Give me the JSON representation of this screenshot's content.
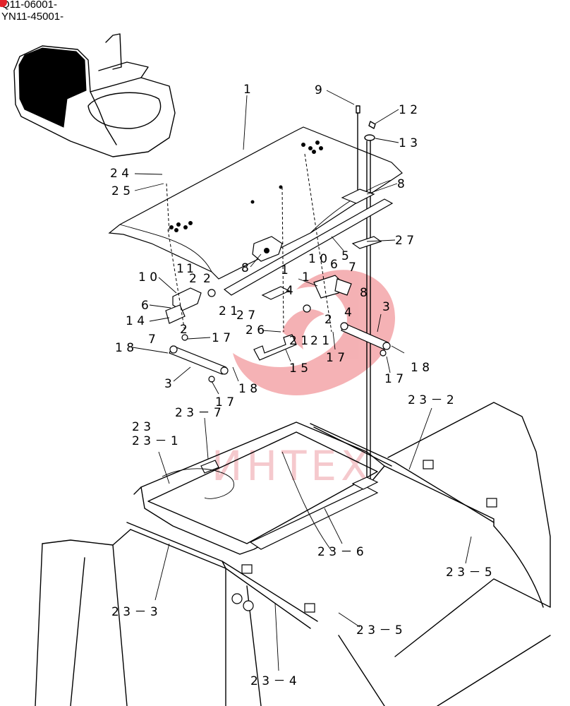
{
  "header": {
    "serial_1": "Q11-06001-",
    "serial_2": "YN11-45001-"
  },
  "watermark": {
    "text": "ИНТЕХ",
    "color": "#e2232a"
  },
  "callouts": [
    {
      "id": "c1",
      "text": "1"
    },
    {
      "id": "c9",
      "text": "9"
    },
    {
      "id": "c12",
      "text": "1 2"
    },
    {
      "id": "c13",
      "text": "1 3"
    },
    {
      "id": "c8a",
      "text": "8"
    },
    {
      "id": "c24",
      "text": "2 4"
    },
    {
      "id": "c25",
      "text": "2 5"
    },
    {
      "id": "c27a",
      "text": "2 7"
    },
    {
      "id": "c5",
      "text": "5"
    },
    {
      "id": "c8b",
      "text": "8"
    },
    {
      "id": "c10a",
      "text": "1 0"
    },
    {
      "id": "c1a",
      "text": "1"
    },
    {
      "id": "c2a",
      "text": "2"
    },
    {
      "id": "c2b",
      "text": "2"
    },
    {
      "id": "c1b",
      "text": "1"
    },
    {
      "id": "c6a",
      "text": "6"
    },
    {
      "id": "c14a",
      "text": "1 4"
    },
    {
      "id": "c7a",
      "text": "7"
    },
    {
      "id": "c2c",
      "text": "2"
    },
    {
      "id": "c21a",
      "text": "2 1"
    },
    {
      "id": "c27b",
      "text": "2 7"
    },
    {
      "id": "c17a",
      "text": "1 7"
    },
    {
      "id": "c18a",
      "text": "1 8"
    },
    {
      "id": "c3a",
      "text": "3"
    },
    {
      "id": "c18b",
      "text": "1 8"
    },
    {
      "id": "c17b",
      "text": "1 7"
    },
    {
      "id": "c26",
      "text": "2 6"
    },
    {
      "id": "c21b",
      "text": "2 1"
    },
    {
      "id": "c15",
      "text": "1 5"
    },
    {
      "id": "c1c",
      "text": "1"
    },
    {
      "id": "c10b",
      "text": "1 0"
    },
    {
      "id": "c6b",
      "text": "6"
    },
    {
      "id": "c7b",
      "text": "7"
    },
    {
      "id": "c1d",
      "text": "1"
    },
    {
      "id": "c4a",
      "text": "4"
    },
    {
      "id": "c8c",
      "text": "8"
    },
    {
      "id": "c4b",
      "text": "4"
    },
    {
      "id": "c2d",
      "text": "2"
    },
    {
      "id": "c21c",
      "text": "2 1"
    },
    {
      "id": "c17c",
      "text": "1 7"
    },
    {
      "id": "c3b",
      "text": "3"
    },
    {
      "id": "c18c",
      "text": "1 8"
    },
    {
      "id": "c17d",
      "text": "1 7"
    },
    {
      "id": "c23",
      "text": "2 3"
    },
    {
      "id": "c23_1",
      "text": "2 3 － 1"
    },
    {
      "id": "c23_7",
      "text": "2 3 － 7"
    },
    {
      "id": "c23_2",
      "text": "2 3 － 2"
    },
    {
      "id": "c23_6",
      "text": "2 3 － 6"
    },
    {
      "id": "c23_5a",
      "text": "2 3 － 5"
    },
    {
      "id": "c23_3",
      "text": "2 3 － 3"
    },
    {
      "id": "c23_5b",
      "text": "2 3 － 5"
    },
    {
      "id": "c23_4",
      "text": "2 3 － 4"
    }
  ]
}
